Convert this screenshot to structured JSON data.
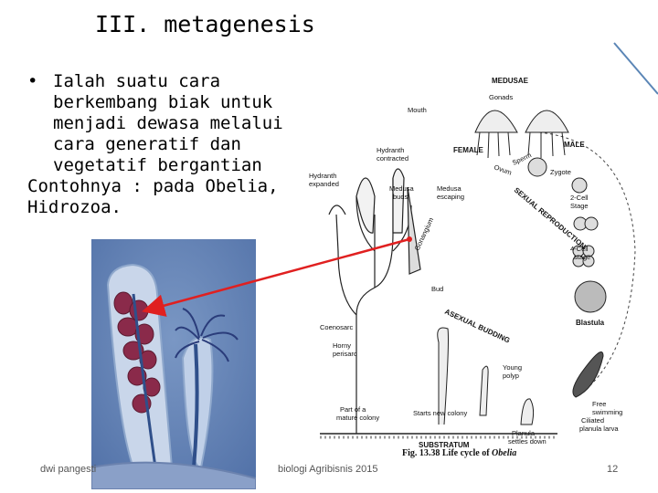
{
  "slide": {
    "title": "III. metagenesis",
    "bullet": {
      "lines": [
        "Ialah suatu cara",
        "berkembang biak untuk",
        "menjadi dewasa melalui",
        "cara generatif dan",
        "vegetatif bergantian"
      ]
    },
    "example": {
      "line1": "Contohnya : pada Obelia,",
      "line2": "Hidrozoa."
    },
    "footer": {
      "author": "dwi pangesti",
      "course": "biologi Agribisnis 2015",
      "page_number": "12"
    }
  },
  "diagram": {
    "labels": {
      "medusae": "MEDUSAE",
      "gonads": "Gonads",
      "mouth": "Mouth",
      "female": "FEMALE",
      "male": "MALE",
      "ovum": "Ovum",
      "sperm": "Sperm",
      "zygote": "Zygote",
      "sexual_reproduction": "SEXUAL REPRODUCTION",
      "two_cell": "2-Cell",
      "stage": "Stage",
      "four_cell": "4-Cell",
      "stage2": "stage",
      "blastula": "Blastula",
      "hydranth_contracted_1": "Hydranth",
      "hydranth_contracted_2": "contracted",
      "hydranth_expanded_1": "Hydranth",
      "hydranth_expanded_2": "expanded",
      "medusa_buds_1": "Medusa",
      "medusa_buds_2": "buds",
      "medusa_escaping_1": "Medusa",
      "medusa_escaping_2": "escaping",
      "gonangium": "Gonangium",
      "bud": "Bud",
      "asexual_budding": "ASEXUAL BUDDING",
      "coenosarc": "Coenosarc",
      "horny_1": "Horny",
      "horny_2": "perisarc",
      "young_1": "Young",
      "young_2": "polyp",
      "part_1": "Part of a",
      "part_2": "mature colony",
      "starts_new_colony": "Starts new colony",
      "substratum": "SUBSTRATUM",
      "planula_1": "Planula",
      "planula_2": "settles down",
      "free_1": "Free",
      "free_2": "swimming",
      "free_3": "Ciliated",
      "free_4": "planula larva"
    },
    "caption_prefix": "Fig. 13.38  Life cycle of ",
    "caption_italic": "Obelia"
  },
  "colors": {
    "arrow": "#e02020",
    "corner_line": "#5b86b6",
    "photo_background": "#5e7fb4"
  }
}
